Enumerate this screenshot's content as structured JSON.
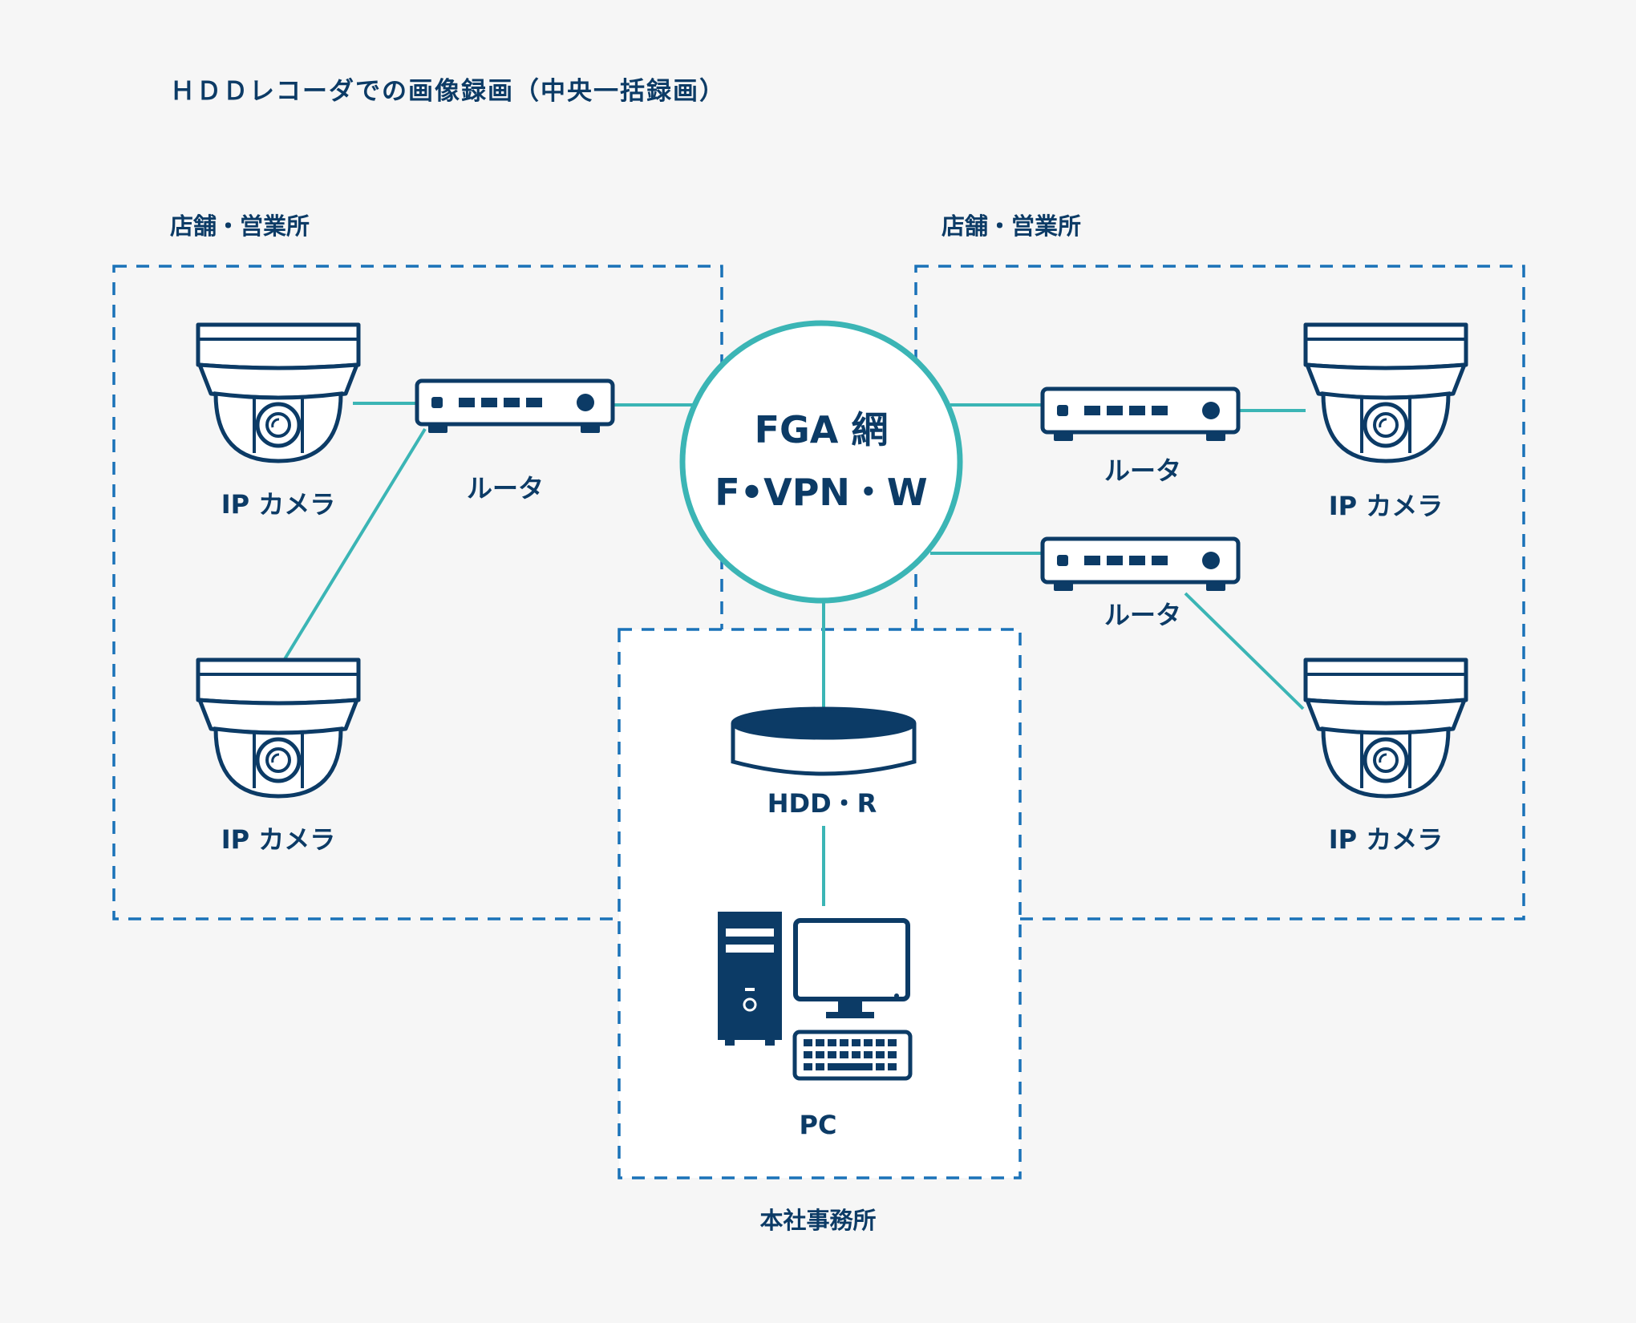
{
  "title": "ＨＤＤレコーダでの画像録画（中央一括録画）",
  "sites": {
    "left_label": "店舗・営業所",
    "right_label": "店舗・営業所",
    "hq_label": "本社事務所"
  },
  "network": {
    "line1": "FGA 網",
    "line2": "F•VPN・W"
  },
  "devices": {
    "camera_label": "IP カメラ",
    "router_label": "ルータ",
    "hdd_label": "HDD・R",
    "pc_label": "PC"
  },
  "colors": {
    "navy": "#0c3b66",
    "teal": "#3bb5b5",
    "region_border": "#1a72b8",
    "background": "#f6f6f6"
  },
  "icons": [
    "dome-camera-icon",
    "router-icon",
    "hdd-recorder-icon",
    "desktop-pc-icon"
  ]
}
